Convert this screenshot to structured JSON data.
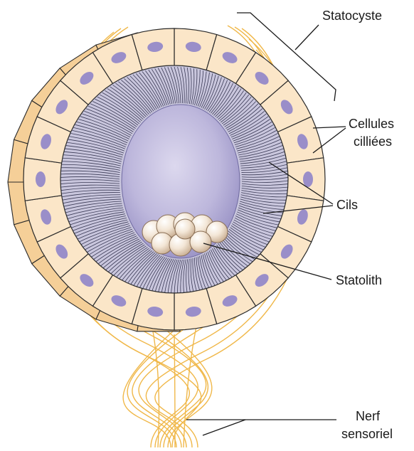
{
  "labels": {
    "statocyst": "Statocyste",
    "ciliated_cells_line1": "Cellules",
    "ciliated_cells_line2": "cilliées",
    "cilia": "Cils",
    "statolith": "Statolith",
    "nerve_line1": "Nerf",
    "nerve_line2": "sensoriel"
  },
  "colors": {
    "cell_fill": "#fbe6c8",
    "cell_shadow": "#f5cf98",
    "cell_stroke": "#2a2a2a",
    "nucleus": "#9a8ec9",
    "cilia_band": "#c9c6dd",
    "cilia_line": "#3a3a55",
    "lumen": "#b7b2d8",
    "nerve": "#f0b84a",
    "statolith": "#efe0cf"
  }
}
